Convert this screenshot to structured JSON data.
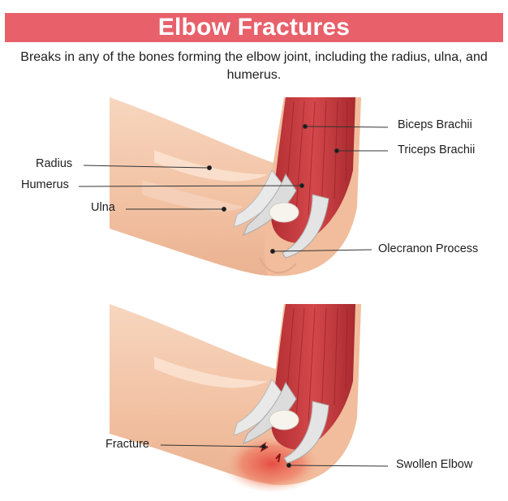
{
  "title": "Elbow Fractures",
  "subtitle": "Breaks in any of the bones forming the elbow joint, including the radius, ulna, and humerus.",
  "top_diagram": {
    "labels": {
      "radius": "Radius",
      "humerus": "Humerus",
      "ulna": "Ulna",
      "biceps": "Biceps Brachii",
      "triceps": "Triceps Brachii",
      "olecranon": "Olecranon Process"
    }
  },
  "bottom_diagram": {
    "labels": {
      "fracture": "Fracture",
      "swollen": "Swollen Elbow"
    }
  },
  "colors": {
    "banner": "#e8606a",
    "skin": "#f3c4a6",
    "muscle": "#c7393d",
    "tendon": "#e6e6e6",
    "swelling": "#ec6a5a"
  }
}
